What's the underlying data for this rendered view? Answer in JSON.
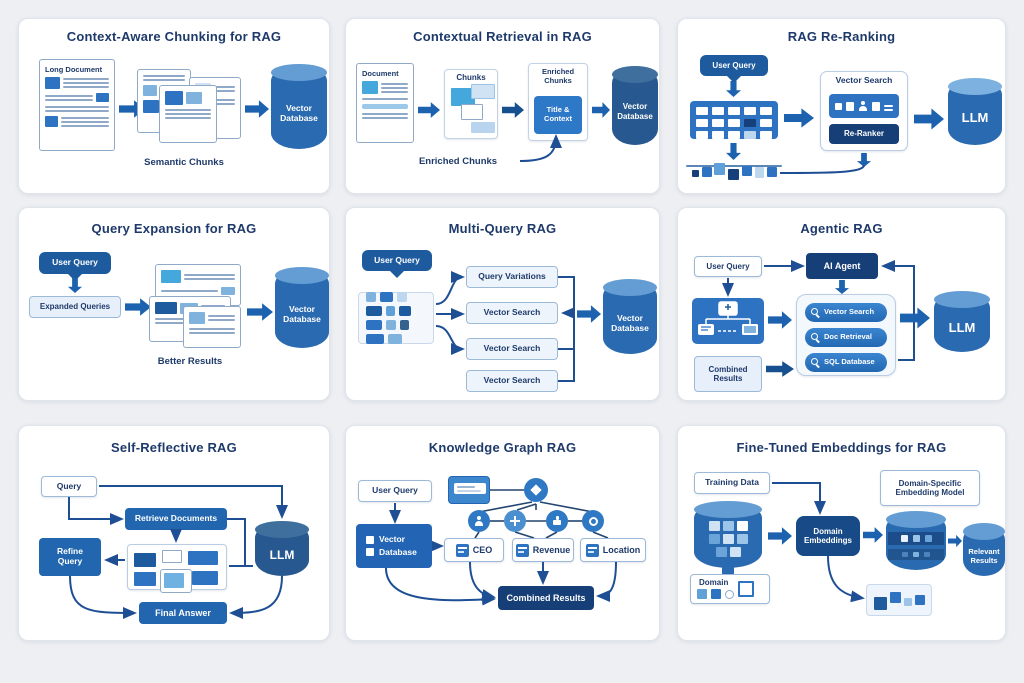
{
  "canvas": {
    "background": "#edeff3",
    "panel_bg": "#ffffff",
    "title_color": "#1e3a6b"
  },
  "colors": {
    "navy": "#163e77",
    "blue": "#1f63ae",
    "mid_blue": "#2e73c2",
    "sky": "#7fb3de",
    "cyan": "#45a8dc",
    "pale": "#cfe3f4",
    "light_fill": "#e7effa",
    "cylinder_body": "#2a6ab0",
    "cylinder_top": "#639dd4",
    "wire": "#1e4f94"
  },
  "icons": {
    "magnifier": "magnifier-icon",
    "database": "database-cylinder-icon",
    "document": "document-icon",
    "person": "person-icon",
    "plus": "plus-icon",
    "thumb": "thumbs-up-icon",
    "globe": "globe-icon",
    "sparkle": "sparkle-icon",
    "monitor": "monitor-icon",
    "chat": "chat-icon"
  },
  "p1": {
    "title": "Context-Aware Chunking for RAG",
    "doc": "Long Document",
    "chunks": "Semantic Chunks",
    "db": "Vector Database"
  },
  "p2": {
    "title": "Contextual Retrieval in RAG",
    "doc": "Document",
    "chunks": "Chunks",
    "enriched_header": "Enriched Chunks",
    "title_context": "Title & Context",
    "enriched_label": "Enriched Chunks",
    "db": "Vector Database"
  },
  "p3": {
    "title": "RAG Re-Ranking",
    "user_query": "User Query",
    "vector_search": "Vector Search",
    "reranker": "Re-Ranker",
    "llm": "LLM"
  },
  "p4": {
    "title": "Query Expansion for RAG",
    "user_query": "User Query",
    "expanded": "Expanded Queries",
    "results": "Better Results",
    "db": "Vector Database"
  },
  "p5": {
    "title": "Multi-Query RAG",
    "user_query": "User Query",
    "boxes": [
      "Query Variations",
      "Vector Search",
      "Vector Search",
      "Vector Search"
    ],
    "db": "Vector Database"
  },
  "p6": {
    "title": "Agentic RAG",
    "user_query": "User Query",
    "agent": "AI Agent",
    "tools": [
      "Vector Search",
      "Doc Retrieval",
      "SQL Database"
    ],
    "combined": "Combined Results",
    "llm": "LLM"
  },
  "p7": {
    "title": "Self-Reflective RAG",
    "query": "Query",
    "retrieve": "Retrieve Documents",
    "refine": "Refine Query",
    "final": "Final Answer",
    "llm": "LLM"
  },
  "p8": {
    "title": "Knowledge Graph RAG",
    "user_query": "User Query",
    "db_line1": "Vector",
    "db_line2": "Database",
    "entities": [
      "CEO",
      "Revenue",
      "Location"
    ],
    "combined": "Combined Results"
  },
  "p9": {
    "title": "Fine-Tuned Embeddings for RAG",
    "training": "Training Data",
    "model": "Domain-Specific Embedding Model",
    "embeddings": "Domain Embeddings",
    "domain": "Domain",
    "results": "Relevant Results"
  }
}
